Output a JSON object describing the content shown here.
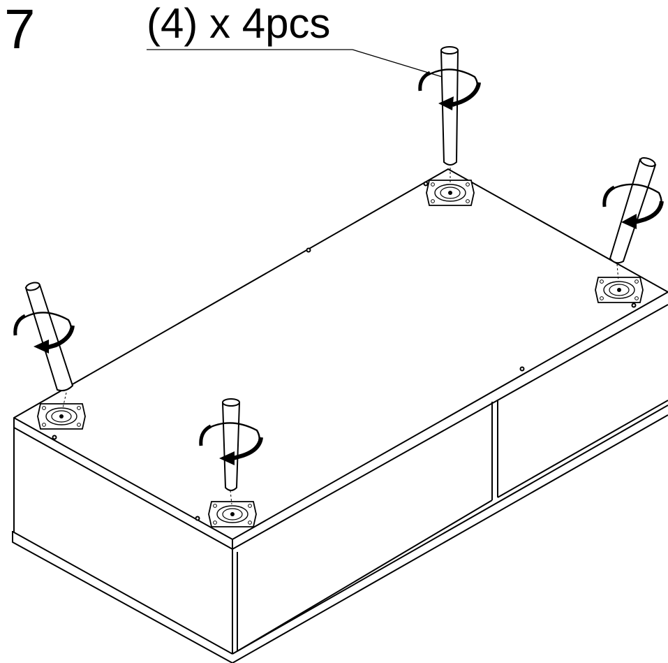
{
  "step": {
    "number": "7"
  },
  "part_callout": {
    "part_ref": "(4)",
    "multiplier": "x",
    "count": "4",
    "unit": "pcs"
  },
  "colors": {
    "line": "#000000",
    "background": "#ffffff"
  },
  "icons": [
    "rotate-arrow-icon",
    "leg-icon",
    "mounting-plate-icon"
  ]
}
